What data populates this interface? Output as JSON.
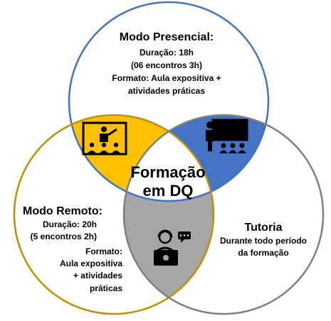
{
  "center": {
    "title_line1": "Formação",
    "title_line2": "em DQ"
  },
  "presencial": {
    "title": "Modo Presencial:",
    "lines": [
      "Duração: 18h",
      "(06 encontros 3h)",
      "Formato: Aula expositiva +",
      "atividades práticas"
    ]
  },
  "remoto": {
    "title": "Modo Remoto:",
    "duration_lines": [
      "Duração: 20h",
      "(5 encontros 2h)"
    ],
    "format_lines": [
      "Formato:",
      "Aula expositiva",
      "+ atividades",
      "práticas"
    ]
  },
  "tutoria": {
    "title": "Tutoria",
    "lines": [
      "Durante todo período",
      "da formação"
    ]
  },
  "colors": {
    "presencial_circle": "#4472C4",
    "remoto_circle": "#BF9000",
    "tutoria_circle": "#7F7F7F",
    "overlap_presencial_remoto": "#FFC000",
    "overlap_presencial_tutoria": "#4472C4",
    "overlap_remoto_tutoria": "#A6A6A6",
    "icon_color": "#000000"
  },
  "icons": {
    "presencial_remoto": "classroom-presentation-icon",
    "presencial_tutoria": "teacher-board-icon",
    "remoto_tutoria": "online-learner-laptop-icon"
  }
}
